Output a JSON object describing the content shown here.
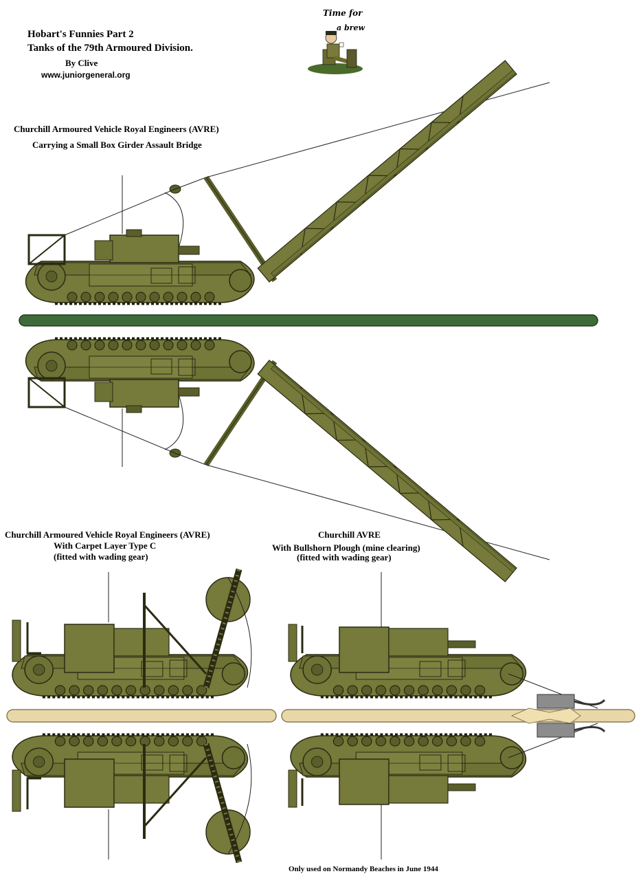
{
  "header": {
    "title_line1": "Hobart's Funnies Part 2",
    "title_line2": "Tanks of the 79th Armoured Division.",
    "author": "By Clive",
    "website": "www.juniorgeneral.org"
  },
  "mascot": {
    "caption_line1": "Time for",
    "caption_line2": "a brew",
    "icon": "soldier-drinking-tea-icon"
  },
  "sections": {
    "bridge": {
      "caption_line1": "Churchill Armoured Vehicle Royal Engineers (AVRE)",
      "caption_line2": "Carrying a Small Box Girder Assault Bridge"
    },
    "carpet": {
      "caption_line1": "Churchill Armoured Vehicle Royal Engineers (AVRE)",
      "caption_line2": "With Carpet Layer Type C",
      "caption_line3": "(fitted with wading gear)"
    },
    "plough": {
      "caption_line1": "Churchill AVRE",
      "caption_line2": "With Bullshorn Plough (mine clearing)",
      "caption_line3": "(fitted with wading gear)"
    }
  },
  "footnote": "Only used on Normandy Beaches in June 1944",
  "colors": {
    "olive": "#767a3a",
    "olive_dark": "#5a5e2a",
    "fold_green": "#3f6b3a",
    "fold_sand": "#e8d8a8",
    "plough_grey": "#8c8c8c",
    "background": "#ffffff"
  }
}
